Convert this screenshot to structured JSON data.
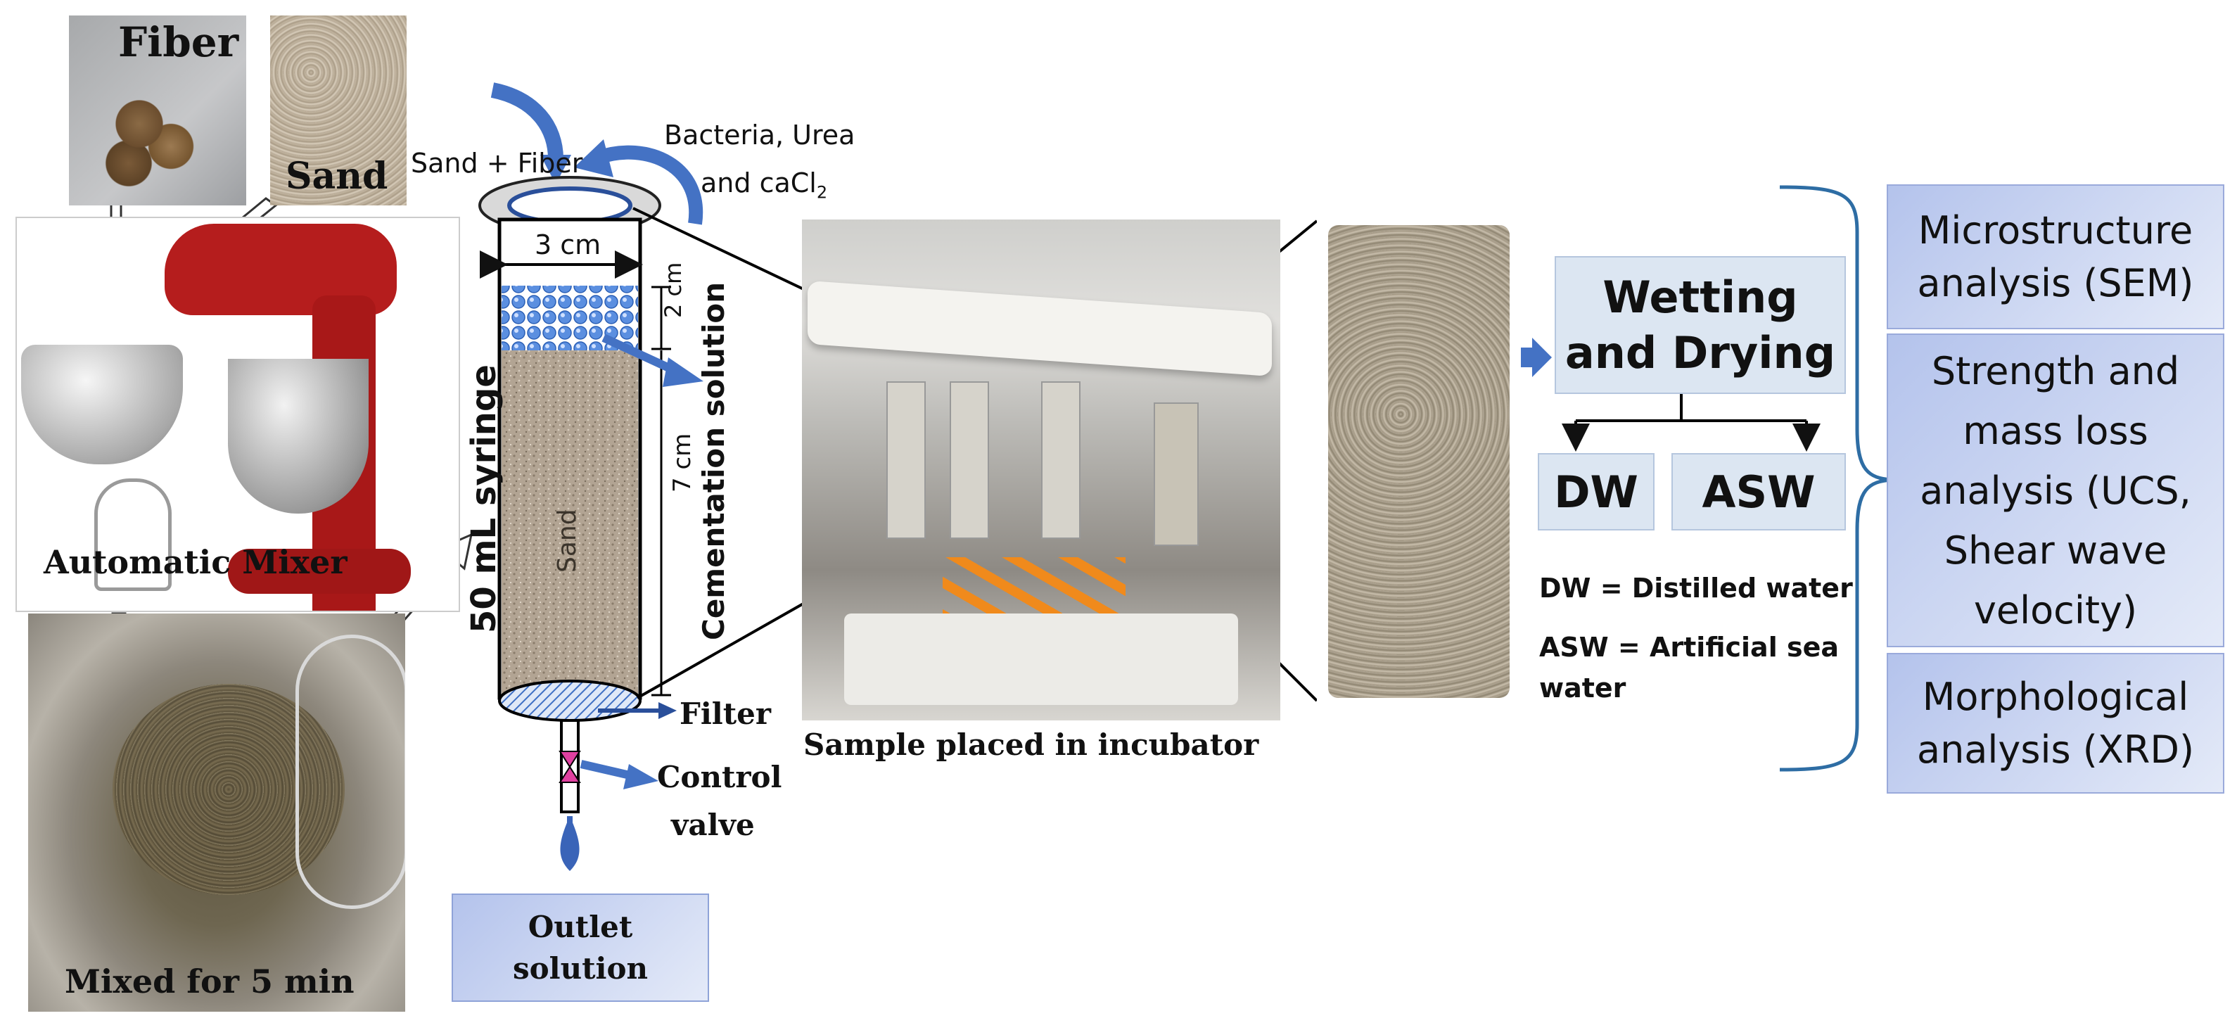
{
  "materials": {
    "fiber_label": "Fiber",
    "sand_label": "Sand"
  },
  "mixer": {
    "label": "Automatic Mixer"
  },
  "mixed": {
    "label": "Mixed for 5 min"
  },
  "syringe": {
    "input_label": "Sand + Fiber",
    "bacteria_line1": "Bacteria, Urea",
    "bacteria_line2_prefix": "and caCl",
    "bacteria_line2_sub": "2",
    "diameter_label": "3 cm",
    "top_layer_label": "2 cm",
    "height_label": "7 cm",
    "sand_label": "Sand",
    "syringe_label": "50 mL syringe",
    "cementation_label": "Cementation solution",
    "filter_label": "Filter",
    "valve_line1": "Control",
    "valve_line2": "valve",
    "outlet_line1": "Outlet",
    "outlet_line2": "solution"
  },
  "incubator": {
    "caption": "Sample placed in incubator"
  },
  "treatment": {
    "title_line1": "Wetting",
    "title_line2": "and Drying",
    "dw": "DW",
    "asw": "ASW",
    "legend_dw": "DW = Distilled water",
    "legend_asw_line1": "ASW = Artificial sea",
    "legend_asw_line2": "water"
  },
  "analyses": [
    {
      "lines": [
        "Microstructure",
        "analysis (SEM)"
      ]
    },
    {
      "lines": [
        "Strength and",
        "mass loss",
        "analysis (UCS,",
        "Shear wave",
        "velocity)"
      ]
    },
    {
      "lines": [
        "Morphological",
        "analysis (XRD)"
      ]
    }
  ],
  "colors": {
    "accent_blue": "#4472C4",
    "box_fill": "#DCE6F2",
    "gradient_from": "#B4C3EC",
    "gradient_to": "#E4EAF8",
    "brace": "#2E6DA4"
  }
}
